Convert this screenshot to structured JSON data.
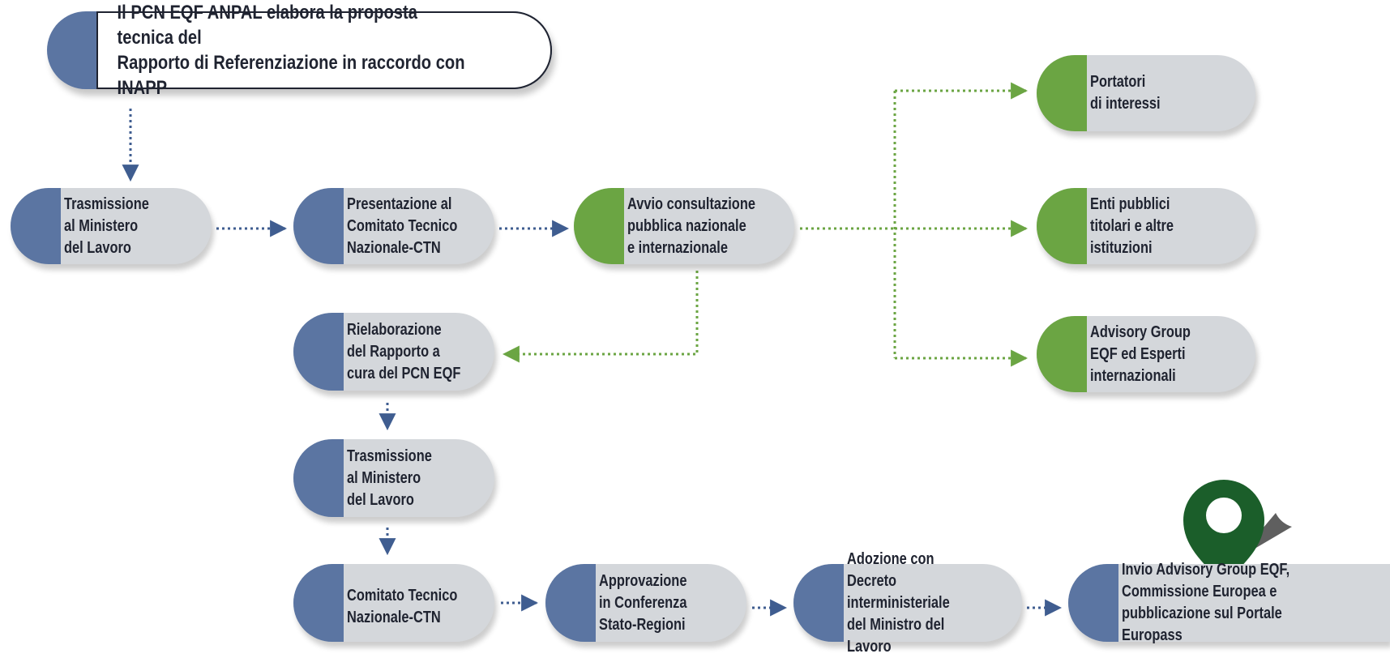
{
  "colors": {
    "blue": "#5b75a2",
    "green": "#6ba543",
    "node_bg": "#d4d7db",
    "dark_green_pin": "#1b5e2a",
    "text": "#1f2330"
  },
  "nodes": {
    "start": "Il PCN EQF ANPAL elabora la proposta tecnica del\nRapporto di Referenziazione in raccordo con INAPP",
    "trasmissione1": "Trasmissione\nal Ministero\ndel Lavoro",
    "presentazione": "Presentazione al\nComitato Tecnico\nNazionale-CTN",
    "avvio": "Avvio consultazione\npubblica nazionale\ne internazionale",
    "portatori": "Portatori\ndi interessi",
    "enti": "Enti pubblici\ntitolari e altre\nistituzioni",
    "advisory": "Advisory Group\nEQF ed Esperti\ninternazionali",
    "rielaborazione": "Rielaborazione\ndel Rapporto a\ncura del PCN EQF",
    "trasmissione2": "Trasmissione\nal Ministero\ndel Lavoro",
    "comitato": "Comitato Tecnico\nNazionale-CTN",
    "approvazione": "Approvazione\nin Conferenza\nStato-Regioni",
    "adozione": "Adozione con Decreto\ninterministeriale\ndel Ministro del Lavoro",
    "invio": "Invio Advisory Group EQF,\nCommissione Europea e\npubblicazione sul Portale Europass"
  },
  "icons": {
    "location_pin": "location-pin-icon"
  }
}
